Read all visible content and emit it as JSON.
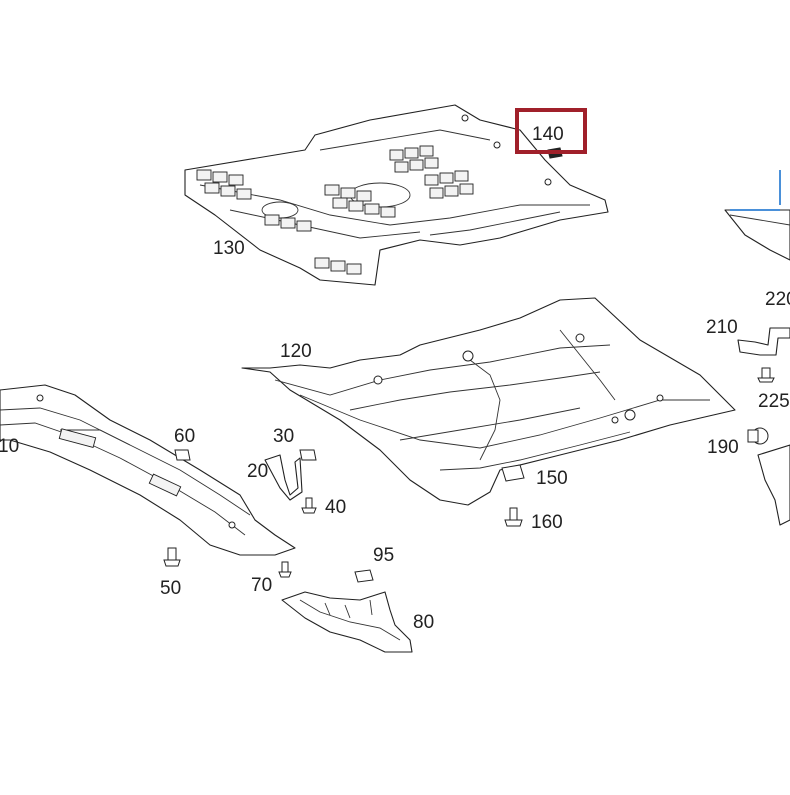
{
  "diagram": {
    "highlight_color": "#a0202a",
    "callouts": {
      "c10": "10",
      "c20": "20",
      "c30": "30",
      "c40": "40",
      "c50": "50",
      "c60": "60",
      "c70": "70",
      "c80": "80",
      "c95": "95",
      "c120": "120",
      "c130": "130",
      "c140": "140",
      "c150": "150",
      "c160": "160",
      "c190": "190",
      "c210": "210",
      "c220": "220",
      "c225": "225"
    }
  }
}
